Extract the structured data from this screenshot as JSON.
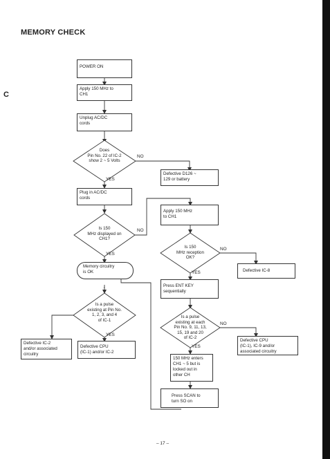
{
  "title": "MEMORY CHECK",
  "page_number": "– 17 –",
  "margin_mark": "C",
  "nodes": {
    "n1": "POWER ON",
    "n2": "Apply 150 MHz to\nCH1",
    "n3": "Unplug AC/DC\ncords",
    "d1": "Does\nPin No. 22 of IC-2\nshow 2 ~ 5 Volts",
    "r1": "Defective D126 ~\n129 or battery",
    "n4": "Plug in AC/DC\ncords",
    "d2": "Is 150\nMHz displayed on\nCH1?",
    "o1": "Memory circuitry\nis OK",
    "d3": "Is a pulse\nexisting at Pin No.\n1, 2, 3, and 4\nof IC-1",
    "r2": "Defective IC-2\nand/or associated\ncircuitry",
    "r3": "Defective CPU\n(IC-1) and/or IC-2",
    "n5": "Apply 150 MHz\nto CH1",
    "d4": "Is 150\nMHz reception\nOK?",
    "r4": "Defective IC-8",
    "n6": "Press ENT KEY\nsequentially",
    "d5": "Is a pulse\nexisting at each\nPin No. 9, 11, 13,\n15, 19 and 20\nof IC-2",
    "r5": "Defective CPU\n(IC-1), IC-9 and/or\nassociated circuitry",
    "n7": "150 MHz enters\nCH1 ~ 5 but is\nlocked out in\nother CH",
    "n8": "Press SCAN to\nturn SO on"
  },
  "labels": {
    "yes": "YES",
    "no": "NO"
  },
  "colors": {
    "line": "#333333",
    "ink": "#222222",
    "bar": "#111111"
  }
}
